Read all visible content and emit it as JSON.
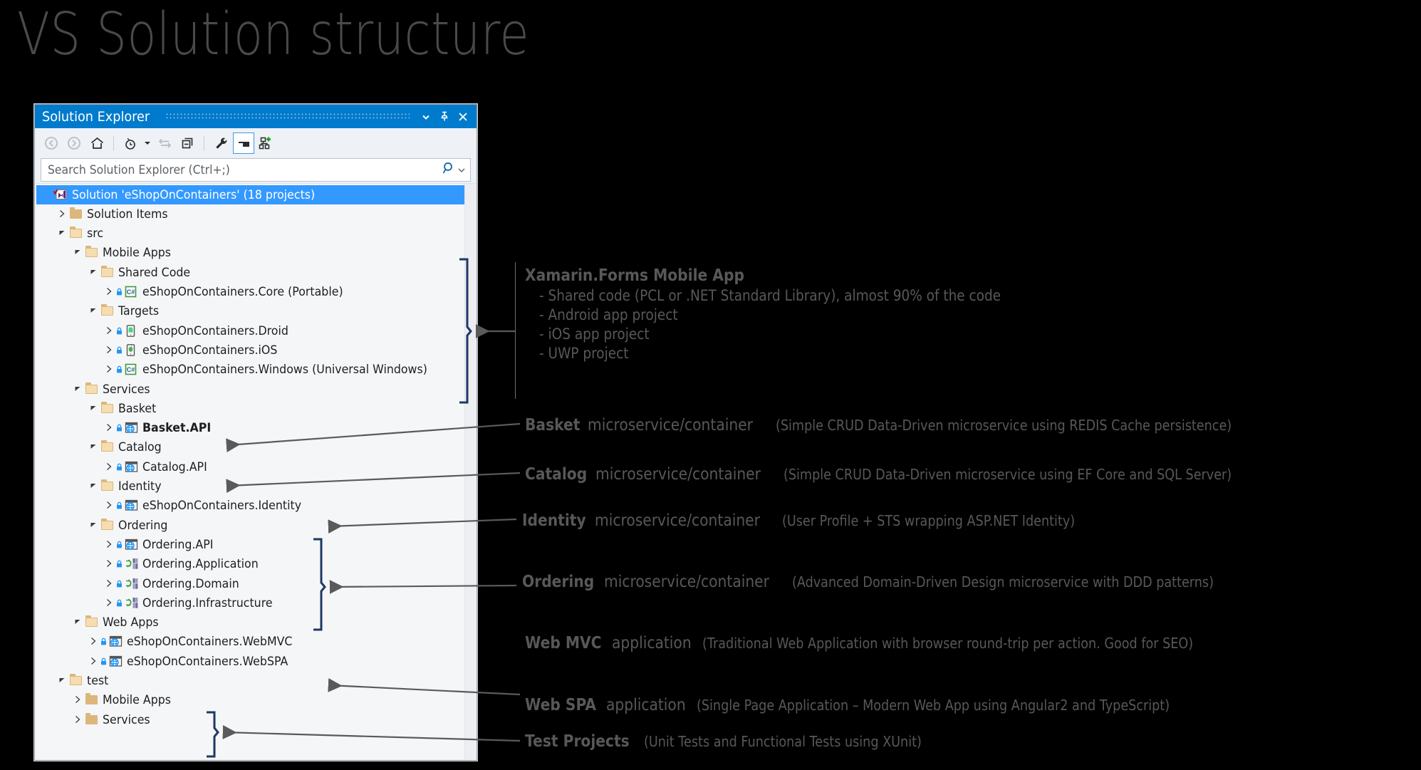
{
  "slide": {
    "title": "VS Solution structure"
  },
  "solution_explorer": {
    "title": "Solution Explorer",
    "titlebar_buttons": [
      {
        "name": "chevron-down-icon",
        "label": "▾"
      },
      {
        "name": "pin-icon",
        "label": "\u0001"
      },
      {
        "name": "close-icon",
        "label": "✕"
      }
    ],
    "toolbar": [
      {
        "name": "back-button",
        "tooltip": "Back"
      },
      {
        "name": "forward-button",
        "tooltip": "Forward"
      },
      {
        "name": "home-button",
        "tooltip": "Home"
      },
      {
        "name": "pending-changes-button",
        "tooltip": "Pending Changes Filter"
      },
      {
        "name": "sync-button",
        "tooltip": "Sync with Active Document"
      },
      {
        "name": "collapse-all-button",
        "tooltip": "Collapse All"
      },
      {
        "name": "properties-button",
        "tooltip": "Properties"
      },
      {
        "name": "preview-selected-items-button",
        "tooltip": "Preview Selected Items",
        "selected": true
      },
      {
        "name": "show-all-files-button",
        "tooltip": "Show All Files"
      }
    ],
    "search": {
      "placeholder": "Search Solution Explorer (Ctrl+;)"
    },
    "tree": [
      {
        "label": "Solution 'eShopOnContainers' (18 projects)",
        "depth": 0,
        "icon": "vs-solution",
        "state": "selected",
        "expander": "none"
      },
      {
        "label": "Solution Items",
        "depth": 1,
        "icon": "folder-closed",
        "expander": "collapsed"
      },
      {
        "label": "src",
        "depth": 1,
        "icon": "folder-open",
        "expander": "expanded"
      },
      {
        "label": "Mobile Apps",
        "depth": 2,
        "icon": "folder-open",
        "expander": "expanded"
      },
      {
        "label": "Shared Code",
        "depth": 3,
        "icon": "folder-open",
        "expander": "expanded"
      },
      {
        "label": "eShopOnContainers.Core (Portable)",
        "depth": 4,
        "icon": "csharp-project",
        "expander": "collapsed",
        "locked": true
      },
      {
        "label": "Targets",
        "depth": 3,
        "icon": "folder-open",
        "expander": "expanded"
      },
      {
        "label": "eShopOnContainers.Droid",
        "depth": 4,
        "icon": "android-project",
        "expander": "collapsed",
        "locked": true
      },
      {
        "label": "eShopOnContainers.iOS",
        "depth": 4,
        "icon": "ios-project",
        "expander": "collapsed",
        "locked": true
      },
      {
        "label": "eShopOnContainers.Windows (Universal Windows)",
        "depth": 4,
        "icon": "csharp-project",
        "expander": "collapsed",
        "locked": true
      },
      {
        "label": "Services",
        "depth": 2,
        "icon": "folder-open",
        "expander": "expanded"
      },
      {
        "label": "Basket",
        "depth": 3,
        "icon": "folder-open",
        "expander": "expanded"
      },
      {
        "label": "Basket.API",
        "depth": 4,
        "icon": "web-project",
        "expander": "collapsed",
        "locked": true,
        "bold": true
      },
      {
        "label": "Catalog",
        "depth": 3,
        "icon": "folder-open",
        "expander": "expanded"
      },
      {
        "label": "Catalog.API",
        "depth": 4,
        "icon": "web-project",
        "expander": "collapsed",
        "locked": true
      },
      {
        "label": "Identity",
        "depth": 3,
        "icon": "folder-open",
        "expander": "expanded"
      },
      {
        "label": "eShopOnContainers.Identity",
        "depth": 4,
        "icon": "web-project",
        "expander": "collapsed",
        "locked": true
      },
      {
        "label": "Ordering",
        "depth": 3,
        "icon": "folder-open",
        "expander": "expanded"
      },
      {
        "label": "Ordering.API",
        "depth": 4,
        "icon": "web-project",
        "expander": "collapsed",
        "locked": true
      },
      {
        "label": "Ordering.Application",
        "depth": 4,
        "icon": "library-project",
        "expander": "collapsed",
        "locked": true
      },
      {
        "label": "Ordering.Domain",
        "depth": 4,
        "icon": "library-project",
        "expander": "collapsed",
        "locked": true
      },
      {
        "label": "Ordering.Infrastructure",
        "depth": 4,
        "icon": "library-project",
        "expander": "collapsed",
        "locked": true
      },
      {
        "label": "Web Apps",
        "depth": 2,
        "icon": "folder-open",
        "expander": "expanded"
      },
      {
        "label": "eShopOnContainers.WebMVC",
        "depth": 3,
        "icon": "web-project",
        "expander": "collapsed",
        "locked": true
      },
      {
        "label": "eShopOnContainers.WebSPA",
        "depth": 3,
        "icon": "web-project",
        "expander": "collapsed",
        "locked": true
      },
      {
        "label": "test",
        "depth": 1,
        "icon": "folder-open",
        "expander": "expanded"
      },
      {
        "label": "Mobile Apps",
        "depth": 2,
        "icon": "folder-closed",
        "expander": "collapsed"
      },
      {
        "label": "Services",
        "depth": 2,
        "icon": "folder-closed",
        "expander": "collapsed"
      }
    ]
  },
  "annotations": {
    "xamarin": {
      "head": "Xamarin.Forms Mobile App",
      "bullets": [
        "- Shared code (PCL or .NET Standard Library), almost 90% of the code",
        "- Android app project",
        "- iOS app project",
        "- UWP project"
      ]
    },
    "items": [
      {
        "name": "Basket",
        "mid": " microservice/container ",
        "detail": "(Simple CRUD Data-Driven microservice using REDIS Cache persistence)"
      },
      {
        "name": "Catalog",
        "mid": " microservice/container ",
        "detail": "(Simple CRUD Data-Driven microservice using EF Core and SQL Server)"
      },
      {
        "name": "Identity",
        "mid": " microservice/container ",
        "detail": "(User Profile + STS wrapping ASP.NET Identity)"
      },
      {
        "name": "Ordering",
        "mid": " microservice/container ",
        "detail": "(Advanced Domain-Driven Design microservice with DDD patterns)"
      },
      {
        "name": "Web MVC",
        "mid": " application ",
        "detail": "(Traditional Web Application with browser round-trip per action. Good for SEO)"
      },
      {
        "name": "Web SPA",
        "mid": " application ",
        "detail": "(Single Page Application – Modern Web App using Angular2 and TypeScript)"
      },
      {
        "name": "Test Projects",
        "mid": " ",
        "detail": "(Unit Tests and Functional Tests using XUnit)"
      }
    ]
  },
  "colors": {
    "accent_blue": "#007acc",
    "selection_blue": "#3399ff",
    "bracket_navy": "#1f3864",
    "annotation_grey": "#585858",
    "folder_gold": "#dcb67a"
  }
}
